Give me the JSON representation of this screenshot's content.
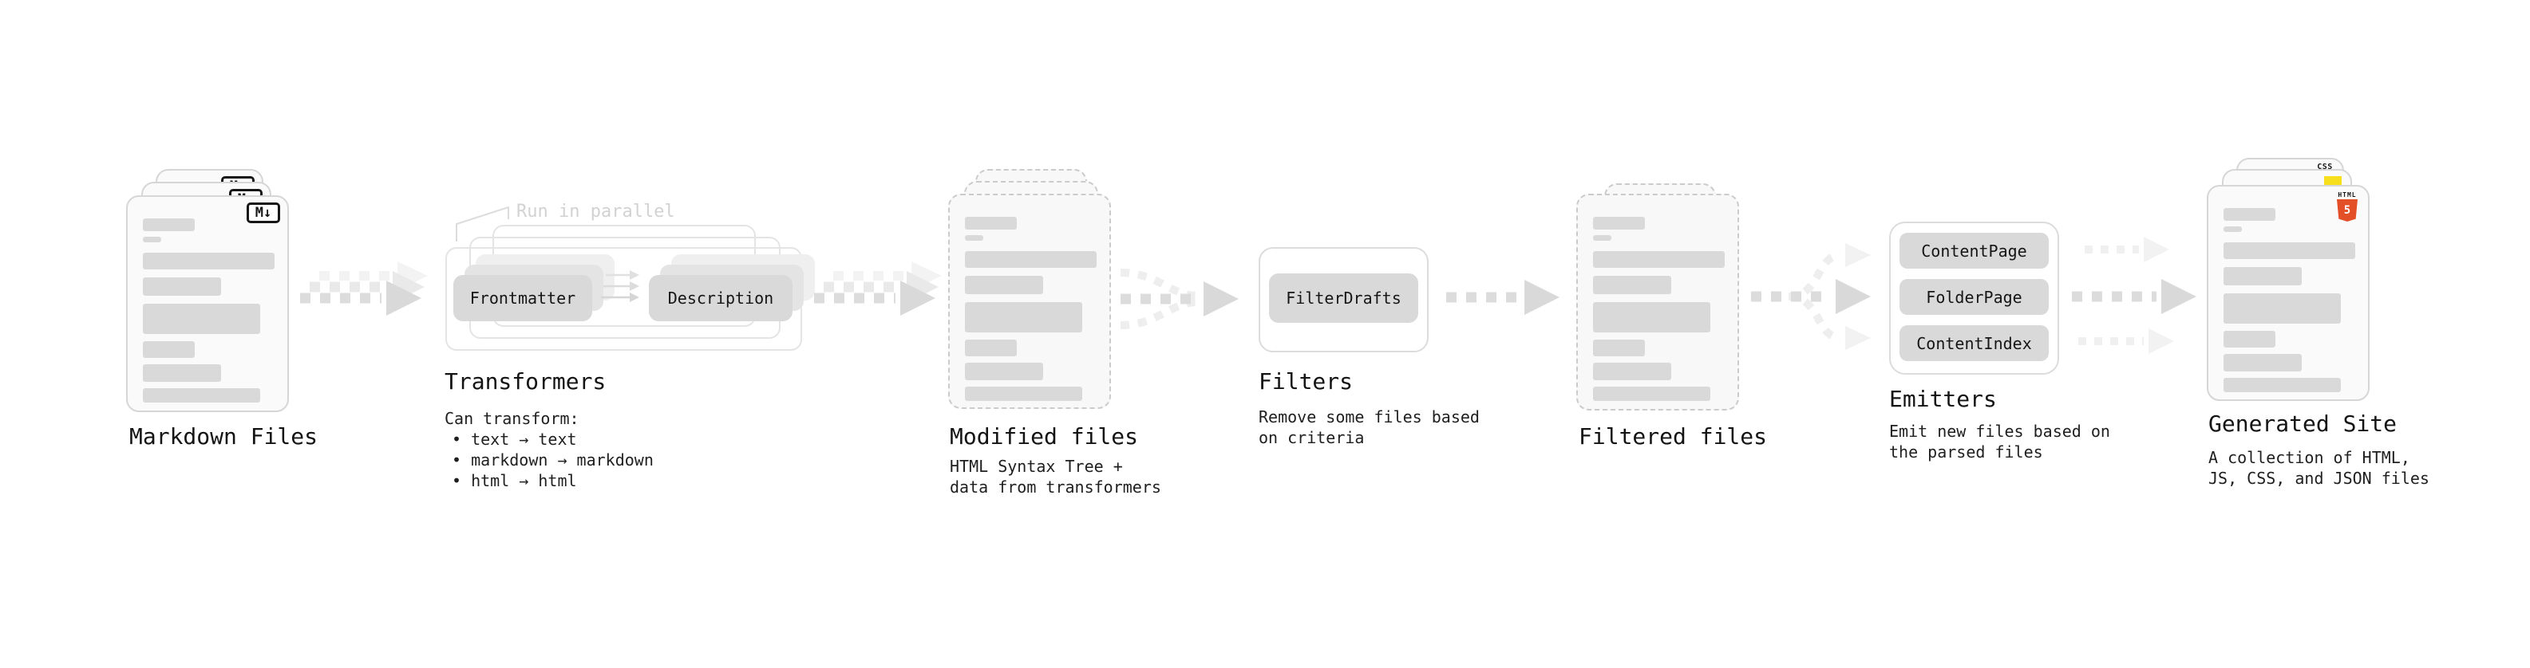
{
  "stages": {
    "markdown_files": {
      "title": "Markdown Files"
    },
    "transformers": {
      "title": "Transformers",
      "annotation": "Run in parallel",
      "pill_frontmatter": "Frontmatter",
      "pill_description": "Description",
      "desc_heading": "Can transform:",
      "bullets": [
        "• text → text",
        "• markdown → markdown",
        "• html → html"
      ]
    },
    "modified_files": {
      "title": "Modified files",
      "desc": [
        "HTML Syntax Tree +",
        "data from transformers"
      ]
    },
    "filters": {
      "title": "Filters",
      "pill": "FilterDrafts",
      "desc": [
        "Remove some files based",
        "on criteria"
      ]
    },
    "filtered_files": {
      "title": "Filtered files"
    },
    "emitters": {
      "title": "Emitters",
      "pills": [
        "ContentPage",
        "FolderPage",
        "ContentIndex"
      ],
      "desc": [
        "Emit new files based on",
        "the parsed files"
      ]
    },
    "generated_site": {
      "title": "Generated Site",
      "desc": [
        "A collection of HTML,",
        "JS, CSS, and JSON files"
      ]
    }
  },
  "icons": {
    "markdown_label": "M↓",
    "html5_text": "HTML",
    "html5_number": "5",
    "css_text": "CSS"
  },
  "colors": {
    "background": "#ffffff",
    "placeholder_bar": "#d9d9d9",
    "card_border": "#d6d6d6",
    "dashed_border": "#cbcbcb",
    "card_bg": "#fafafa",
    "pill_bg": "#d9d9d9",
    "panel_border": "#dcdcdc",
    "arrow_dash": "#dcdcdc",
    "arrow_head": "#d9d9d9",
    "arrow_ghost": "#efefef",
    "annotation_text": "#d2d2d2",
    "js_yellow": "#f7df1e",
    "css_blue": "#2864f0",
    "html5_orange": "#e34f26",
    "text": "#161616"
  }
}
